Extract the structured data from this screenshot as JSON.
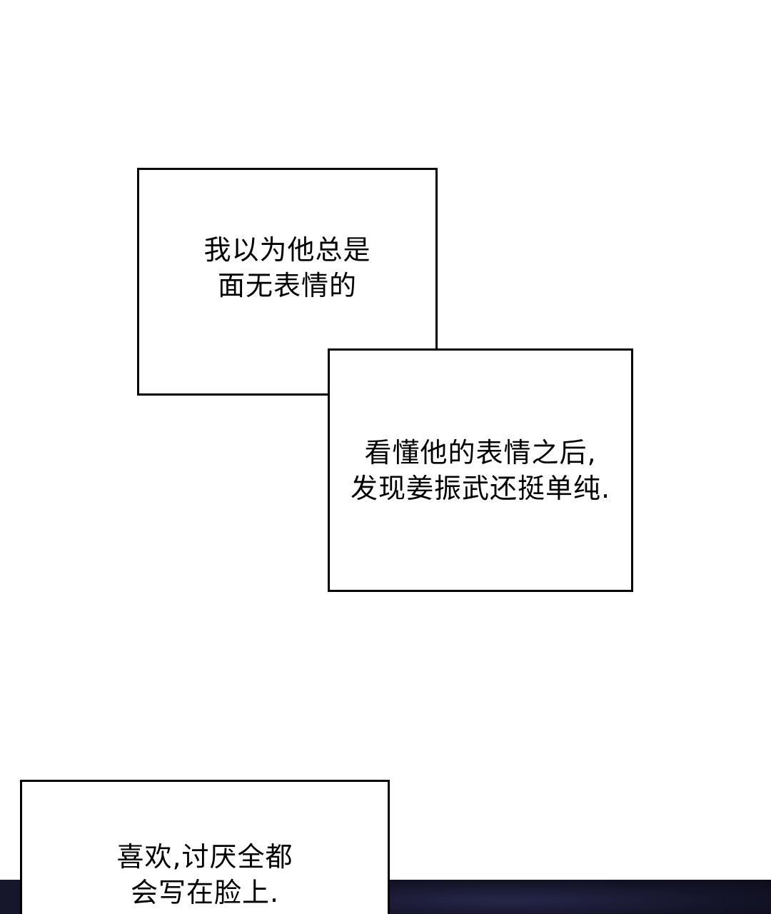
{
  "captions": [
    {
      "lines": [
        "我以为他总是",
        "面无表情的"
      ]
    },
    {
      "lines": [
        "看懂他的表情之后,",
        "发现姜振武还挺单纯."
      ]
    },
    {
      "lines": [
        "喜欢,讨厌全都",
        "会写在脸上."
      ]
    }
  ],
  "colors": {
    "background": "#ffffff",
    "border": "#000000",
    "text": "#000000",
    "night_panel": "#141428"
  }
}
